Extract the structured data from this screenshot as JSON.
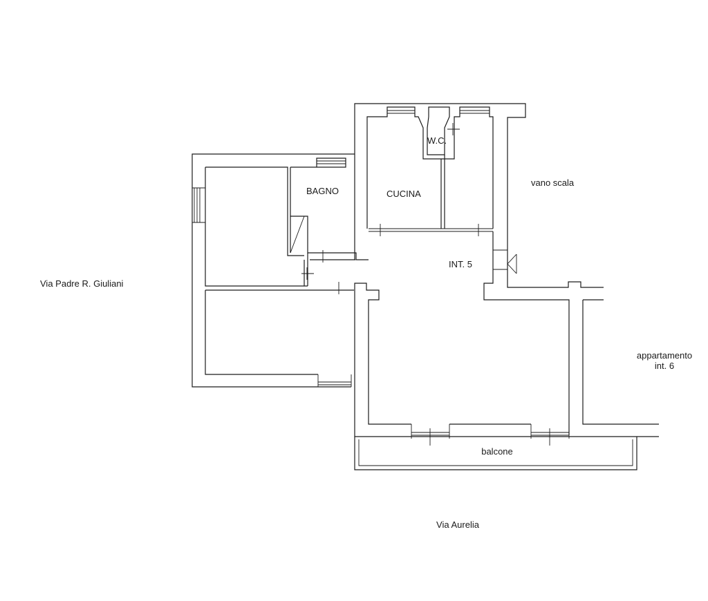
{
  "labels": {
    "street_left": "Via Padre R. Giuliani",
    "street_bottom": "Via Aurelia",
    "stairwell": "vano scala",
    "neighbor_line1": "appartamento",
    "neighbor_line2": "int. 6",
    "bathroom": "BAGNO",
    "kitchen": "CUCINA",
    "wc": "W.C.",
    "unit": "INT. 5",
    "balcony": "balcone"
  }
}
